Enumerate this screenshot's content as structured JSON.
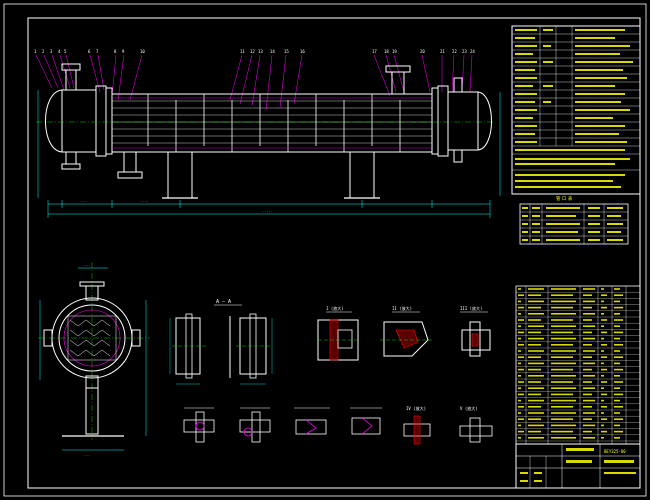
{
  "section_label": "A — A",
  "views": {
    "detail_I": "I (放大)",
    "detail_II": "II (放大)",
    "detail_III": "III (放大)",
    "detail_IV": "IV (放大)",
    "detail_V": "V (放大)"
  },
  "tables": {
    "nozzle_table_title": "管 口 表",
    "drawing_number": "BEY325-80"
  },
  "colors": {
    "background": "#000000",
    "outline": "#ffffff",
    "dimension": "#00ffff",
    "leader": "#ff00ff",
    "table_text": "#ffff00",
    "centerline": "#00ff00",
    "hatch": "#ff0000"
  }
}
